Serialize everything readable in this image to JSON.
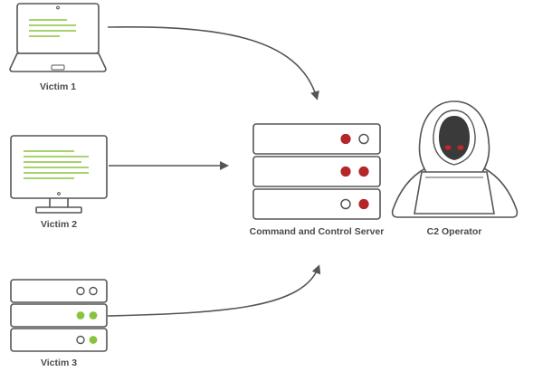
{
  "nodes": {
    "victim1": {
      "label": "Victim 1"
    },
    "victim2": {
      "label": "Victim 2"
    },
    "victim3": {
      "label": "Victim 3"
    },
    "server": {
      "label": "Command and Control Server"
    },
    "operator": {
      "label": "C2 Operator"
    }
  },
  "colors": {
    "outline": "#555555",
    "screen_lines": "#8ac43f",
    "server_led": "#b3262a",
    "victim_led": "#8ac43f",
    "hacker_eyes": "#c0262b"
  },
  "edges": [
    {
      "from": "victim1",
      "to": "server"
    },
    {
      "from": "victim2",
      "to": "server"
    },
    {
      "from": "victim3",
      "to": "server"
    }
  ]
}
